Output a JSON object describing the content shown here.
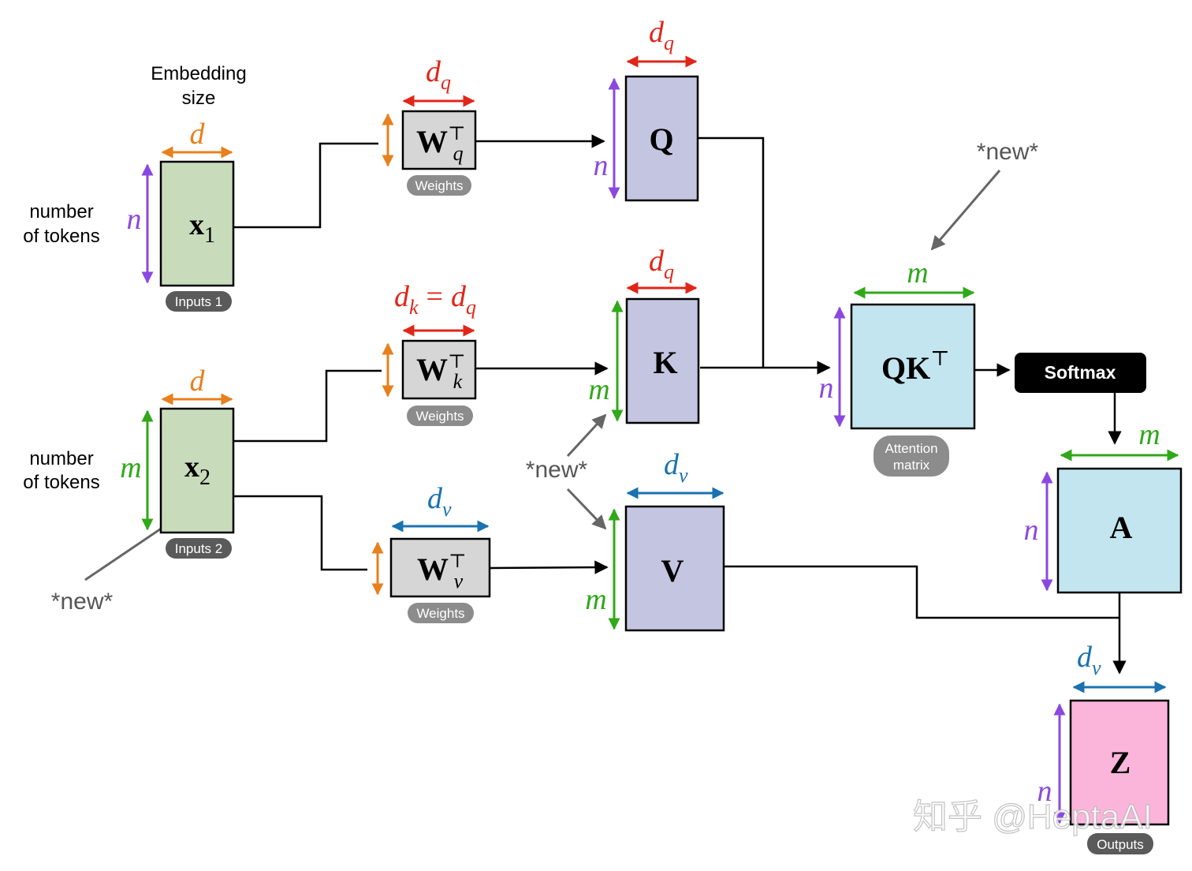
{
  "labels": {
    "embedding_size_line1": "Embedding",
    "embedding_size_line2": "size",
    "tokens1_line1": "number",
    "tokens1_line2": "of tokens",
    "tokens2_line1": "number",
    "tokens2_line2": "of tokens",
    "new": "*new*"
  },
  "blocks": {
    "x1": {
      "main": "x",
      "sub": "1",
      "badge": "Inputs 1",
      "color": "#c8dcbb"
    },
    "x2": {
      "main": "x",
      "sub": "2",
      "badge": "Inputs 2",
      "color": "#c8dcbb"
    },
    "wq": {
      "main": "W",
      "sup": "⊤",
      "sub": "q",
      "badge": "Weights",
      "color": "#d6d6d6"
    },
    "wk": {
      "main": "W",
      "sup": "⊤",
      "sub": "k",
      "badge": "Weights",
      "color": "#d6d6d6"
    },
    "wv": {
      "main": "W",
      "sup": "⊤",
      "sub": "v",
      "badge": "Weights",
      "color": "#d6d6d6"
    },
    "q": {
      "main": "Q",
      "color": "#c4c5e1"
    },
    "k": {
      "main": "K",
      "color": "#c4c5e1"
    },
    "v": {
      "main": "V",
      "color": "#c4c5e1"
    },
    "qk": {
      "main": "QK",
      "sup": "⊤",
      "badge_line1": "Attention",
      "badge_line2": "matrix",
      "color": "#c3e5ef"
    },
    "softmax": {
      "label": "Softmax"
    },
    "a": {
      "main": "A",
      "color": "#c3e5ef"
    },
    "z": {
      "main": "Z",
      "badge": "Outputs",
      "color": "#fbb5da"
    }
  },
  "dims": {
    "d": "d",
    "n": "n",
    "m": "m",
    "dq_main": "d",
    "dq_sub": "q",
    "dk_main": "d",
    "dk_sub": "k",
    "eq": "=",
    "dv_main": "d",
    "dv_sub": "v"
  },
  "colors": {
    "orange": "#e8801d",
    "purple": "#8a48e0",
    "green": "#30a81a",
    "red": "#e0261a",
    "blue": "#1a72b0",
    "gray_text": "#555555",
    "badge_gray": "#8c8c8c",
    "badge_dark": "#5a5a5a"
  },
  "watermark": "知乎 @HeptaAI"
}
